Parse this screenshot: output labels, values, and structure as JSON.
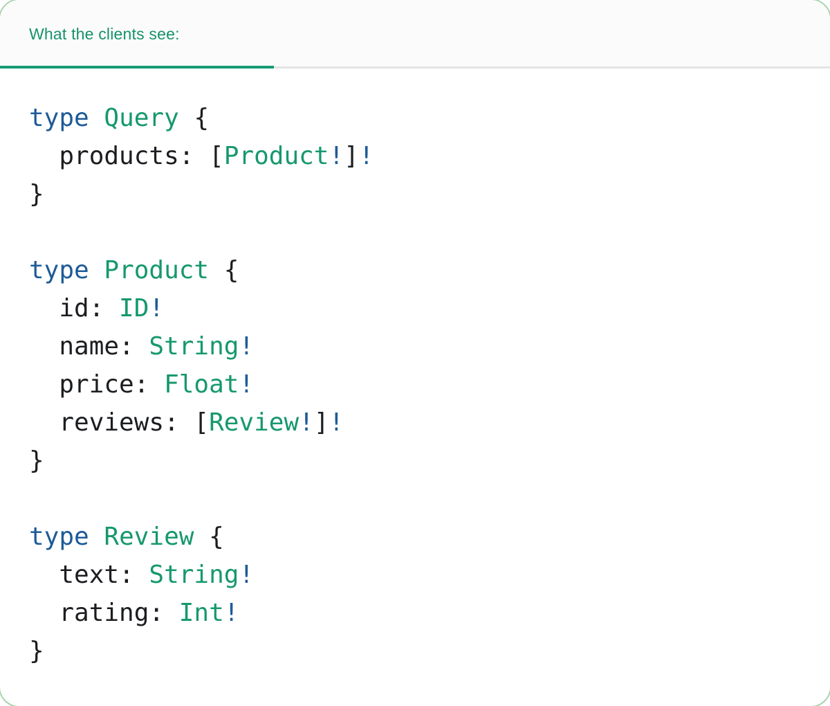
{
  "tab": {
    "label": "What the clients see:",
    "active": true
  },
  "colors": {
    "tab_text": "#17926b",
    "tab_underline_active": "#169a74",
    "tab_underline_inactive": "#e4e4e4",
    "tab_bar_bg": "#fbfbfb",
    "card_bg": "#ffffff",
    "card_border": "#a9d3ae",
    "code_keyword_blue": "#1d5b98",
    "code_typename_teal": "#16986e",
    "code_bang_blue": "#1d5b98",
    "code_plain_dark": "#1b1d20"
  },
  "code": {
    "language": "graphql-sdl",
    "text": "type Query {\n  products: [Product!]!\n}\n\ntype Product {\n  id: ID!\n  name: String!\n  price: Float!\n  reviews: [Review!]!\n}\n\ntype Review {\n  text: String!\n  rating: Int!\n}",
    "lines": [
      {
        "tokens": [
          {
            "text": "type",
            "style": "keyword"
          },
          {
            "text": " ",
            "style": "plain"
          },
          {
            "text": "Query",
            "style": "type"
          },
          {
            "text": " {",
            "style": "plain"
          }
        ]
      },
      {
        "tokens": [
          {
            "text": "  products: [",
            "style": "plain"
          },
          {
            "text": "Product",
            "style": "type"
          },
          {
            "text": "!",
            "style": "bang"
          },
          {
            "text": "]",
            "style": "plain"
          },
          {
            "text": "!",
            "style": "bang"
          }
        ]
      },
      {
        "tokens": [
          {
            "text": "}",
            "style": "plain"
          }
        ]
      },
      {
        "tokens": []
      },
      {
        "tokens": [
          {
            "text": "type",
            "style": "keyword"
          },
          {
            "text": " ",
            "style": "plain"
          },
          {
            "text": "Product",
            "style": "type"
          },
          {
            "text": " {",
            "style": "plain"
          }
        ]
      },
      {
        "tokens": [
          {
            "text": "  id: ",
            "style": "plain"
          },
          {
            "text": "ID",
            "style": "type"
          },
          {
            "text": "!",
            "style": "bang"
          }
        ]
      },
      {
        "tokens": [
          {
            "text": "  name: ",
            "style": "plain"
          },
          {
            "text": "String",
            "style": "type"
          },
          {
            "text": "!",
            "style": "bang"
          }
        ]
      },
      {
        "tokens": [
          {
            "text": "  price: ",
            "style": "plain"
          },
          {
            "text": "Float",
            "style": "type"
          },
          {
            "text": "!",
            "style": "bang"
          }
        ]
      },
      {
        "tokens": [
          {
            "text": "  reviews: [",
            "style": "plain"
          },
          {
            "text": "Review",
            "style": "type"
          },
          {
            "text": "!",
            "style": "bang"
          },
          {
            "text": "]",
            "style": "plain"
          },
          {
            "text": "!",
            "style": "bang"
          }
        ]
      },
      {
        "tokens": [
          {
            "text": "}",
            "style": "plain"
          }
        ]
      },
      {
        "tokens": []
      },
      {
        "tokens": [
          {
            "text": "type",
            "style": "keyword"
          },
          {
            "text": " ",
            "style": "plain"
          },
          {
            "text": "Review",
            "style": "type"
          },
          {
            "text": " {",
            "style": "plain"
          }
        ]
      },
      {
        "tokens": [
          {
            "text": "  text: ",
            "style": "plain"
          },
          {
            "text": "String",
            "style": "type"
          },
          {
            "text": "!",
            "style": "bang"
          }
        ]
      },
      {
        "tokens": [
          {
            "text": "  rating: ",
            "style": "plain"
          },
          {
            "text": "Int",
            "style": "type"
          },
          {
            "text": "!",
            "style": "bang"
          }
        ]
      },
      {
        "tokens": [
          {
            "text": "}",
            "style": "plain"
          }
        ]
      }
    ]
  }
}
